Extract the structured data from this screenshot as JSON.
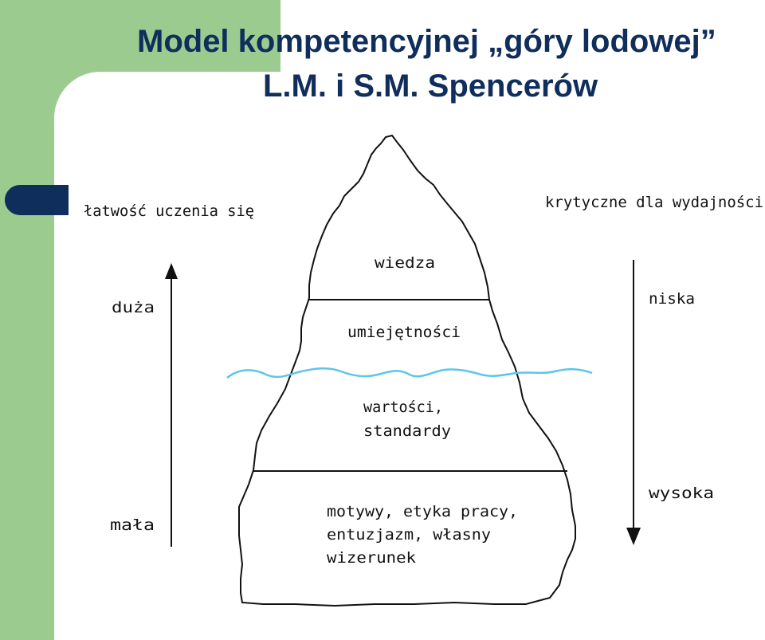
{
  "slide": {
    "title_line_1": "Model kompetencyjnej „góry lodowej”",
    "title_line_2": "L.M. i S.M. Spencerów"
  },
  "diagram": {
    "left_axis": {
      "heading": "łatwość uczenia się",
      "top_label": "duża",
      "bottom_label": "mała"
    },
    "right_axis": {
      "heading": "krytyczne dla wydajności",
      "top_label": "niska",
      "bottom_label": "wysoka"
    },
    "layers": {
      "knowledge": "wiedza",
      "skills": "umiejętności",
      "values_line_1": "wartości,",
      "values_line_2": "standardy",
      "motives_line_1": "motywy, etyka pracy,",
      "motives_line_2": "entuzjazm, własny",
      "motives_line_3": "wizerunek"
    }
  },
  "colors": {
    "title": "#0f2e5c",
    "sidebar_green": "#9ccb8f",
    "waterline": "#5bc6e8",
    "ink": "#111111"
  }
}
